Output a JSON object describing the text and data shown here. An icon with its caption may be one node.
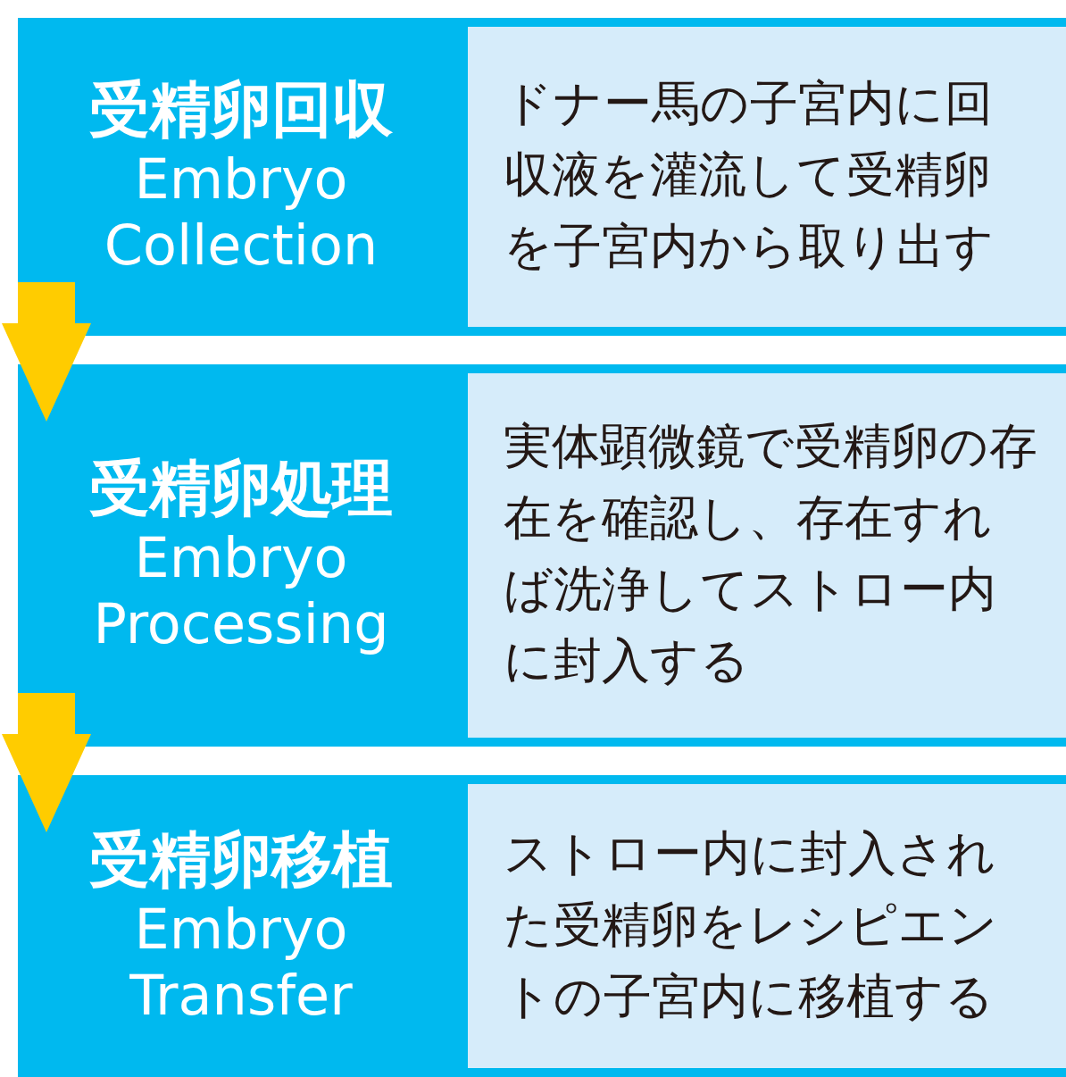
{
  "diagram": {
    "nodes": [
      {
        "text": [
          "受精卵回収",
          "Embryo Collection"
        ]
      },
      {
        "text": [
          "ドナー馬の子宮内に回収液を灌流して受精卵を子宮内から取り出す"
        ],
        "in": 0
      },
      {
        "text": [
          "受精卵処理",
          "Embryo Processing"
        ]
      },
      {
        "text": [
          "実体顕微鏡で受精卵の存在を確認し、存在すれば洗浄してストロー内に封入する"
        ],
        "in": 2
      },
      {
        "text": [
          "受精卵移植",
          "Embryo Transfer"
        ]
      },
      {
        "text": [
          "ストロー内に封入された受精卵をレシピエントの子宮内に移植する"
        ],
        "in": 4
      }
    ],
    "edges": [
      {
        "from": 0,
        "to": 2,
        "arrow": "to"
      },
      {
        "from": 2,
        "to": 4,
        "arrow": "to"
      }
    ]
  }
}
